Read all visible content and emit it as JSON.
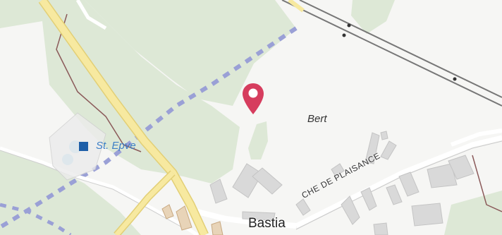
{
  "map": {
    "labels": {
      "place": "Bert",
      "poi": "St. Epve",
      "town": "Bastia",
      "street": "CHE DE PLAISANCE"
    },
    "icons": {
      "marker": "location-pin-icon",
      "poi": "building-square-icon"
    },
    "colors": {
      "forest": "#dde8d6",
      "road_major": "#f7e9a0",
      "road_major_casing": "#e2cf76",
      "boundary": "#9aa0d6",
      "building": "#d9d9d9",
      "marker": "#d63d5e",
      "water": "#a8d4ee",
      "poi_label": "#3d7fc6"
    }
  }
}
